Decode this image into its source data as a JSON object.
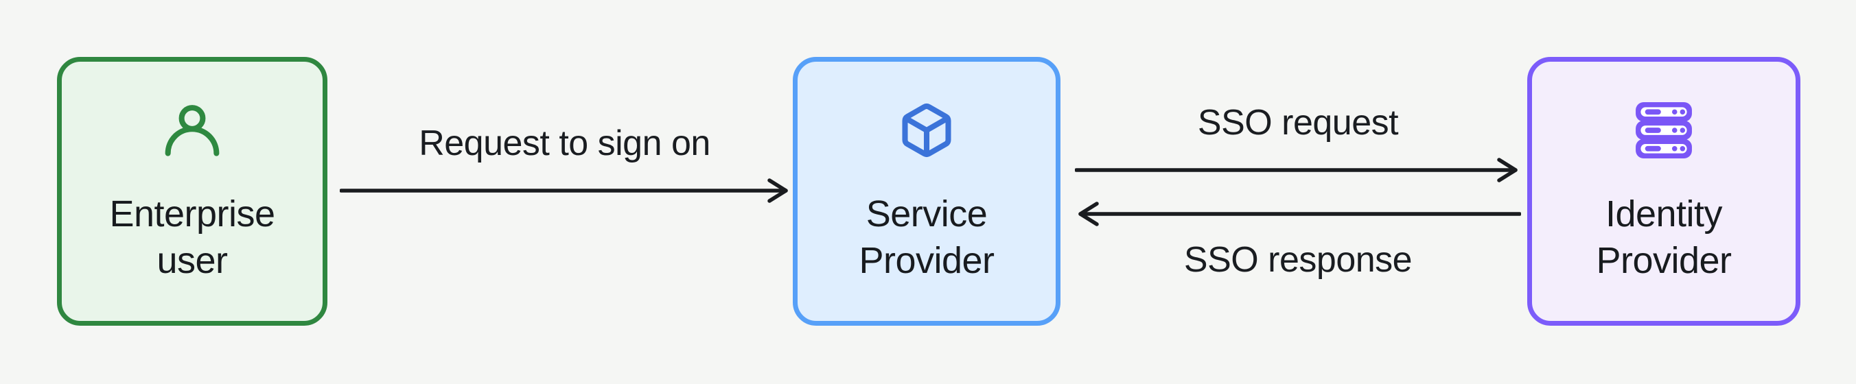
{
  "diagram": {
    "background_color": "#f5f6f4",
    "text_color": "#181b1f",
    "arrow_color": "#1a1c1f",
    "nodes": [
      {
        "name": "enterprise-user",
        "label_line1": "Enterprise",
        "label_line2": "user",
        "icon": "user-icon",
        "border_color": "#2f8740",
        "fill_color": "#e9f5ea",
        "icon_color": "#2e8940"
      },
      {
        "name": "service-provider",
        "label_line1": "Service",
        "label_line2": "Provider",
        "icon": "cube-icon",
        "border_color": "#57a0f8",
        "fill_color": "#dfeefe",
        "icon_color": "#3b73d9"
      },
      {
        "name": "identity-provider",
        "label_line1": "Identity",
        "label_line2": "Provider",
        "icon": "server-stack-icon",
        "border_color": "#7c5cfa",
        "fill_color": "#f4eefc",
        "icon_color": "#7a56f6"
      }
    ],
    "edges": [
      {
        "from": "enterprise-user",
        "to": "service-provider",
        "label": "Request to sign on",
        "direction": "right"
      },
      {
        "from": "service-provider",
        "to": "identity-provider",
        "label": "SSO request",
        "direction": "right"
      },
      {
        "from": "identity-provider",
        "to": "service-provider",
        "label": "SSO response",
        "direction": "left"
      }
    ]
  }
}
